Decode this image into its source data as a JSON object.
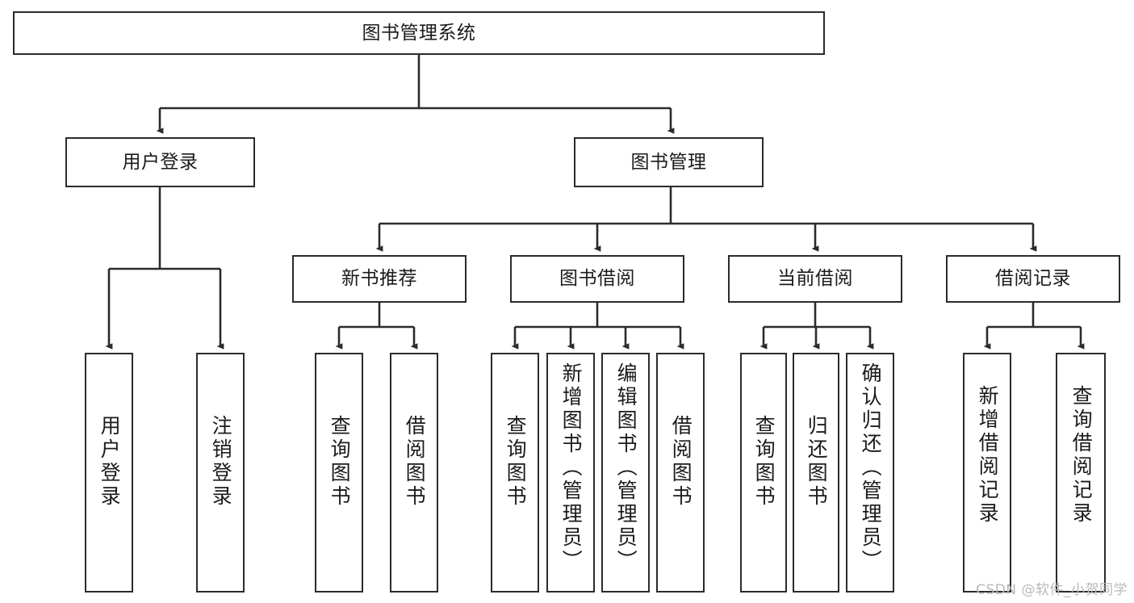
{
  "diagram": {
    "title": "图书管理系统",
    "type": "tree-hierarchy-chart",
    "colors": {
      "stroke": "#2b2b2b",
      "box_fill": "#ffffff",
      "text": "#1b1b1b",
      "watermark": "#b9b9b9",
      "background": "#ffffff"
    },
    "watermark": "CSDN @软件_小贺同学",
    "nodes": {
      "root": {
        "label": "图书管理系统"
      },
      "level2": [
        {
          "id": "user-login",
          "label": "用户登录"
        },
        {
          "id": "book-management",
          "label": "图书管理"
        }
      ],
      "level3": [
        {
          "id": "new-book-recommend",
          "label": "新书推荐"
        },
        {
          "id": "book-borrow",
          "label": "图书借阅"
        },
        {
          "id": "current-borrow",
          "label": "当前借阅"
        },
        {
          "id": "borrow-record",
          "label": "借阅记录"
        }
      ],
      "level4": [
        {
          "id": "leaf-user-login",
          "parent": "user-login",
          "label": "用户登录"
        },
        {
          "id": "leaf-user-logout",
          "parent": "user-login",
          "label": "注销登录"
        },
        {
          "id": "leaf-query-book-1",
          "parent": "new-book-recommend",
          "label": "查询图书"
        },
        {
          "id": "leaf-borrow-book-1",
          "parent": "new-book-recommend",
          "label": "借阅图书"
        },
        {
          "id": "leaf-query-book-2",
          "parent": "book-borrow",
          "label": "查询图书"
        },
        {
          "id": "leaf-add-book",
          "parent": "book-borrow",
          "label": "新增图书（管理员）"
        },
        {
          "id": "leaf-edit-book",
          "parent": "book-borrow",
          "label": "编辑图书（管理员）"
        },
        {
          "id": "leaf-borrow-book-2",
          "parent": "book-borrow",
          "label": "借阅图书"
        },
        {
          "id": "leaf-query-book-3",
          "parent": "current-borrow",
          "label": "查询图书"
        },
        {
          "id": "leaf-return-book",
          "parent": "current-borrow",
          "label": "归还图书"
        },
        {
          "id": "leaf-confirm-return",
          "parent": "current-borrow",
          "label": "确认归还（管理员）"
        },
        {
          "id": "leaf-add-record",
          "parent": "borrow-record",
          "label": "新增借阅记录"
        },
        {
          "id": "leaf-query-record",
          "parent": "borrow-record",
          "label": "查询借阅记录"
        }
      ]
    }
  }
}
